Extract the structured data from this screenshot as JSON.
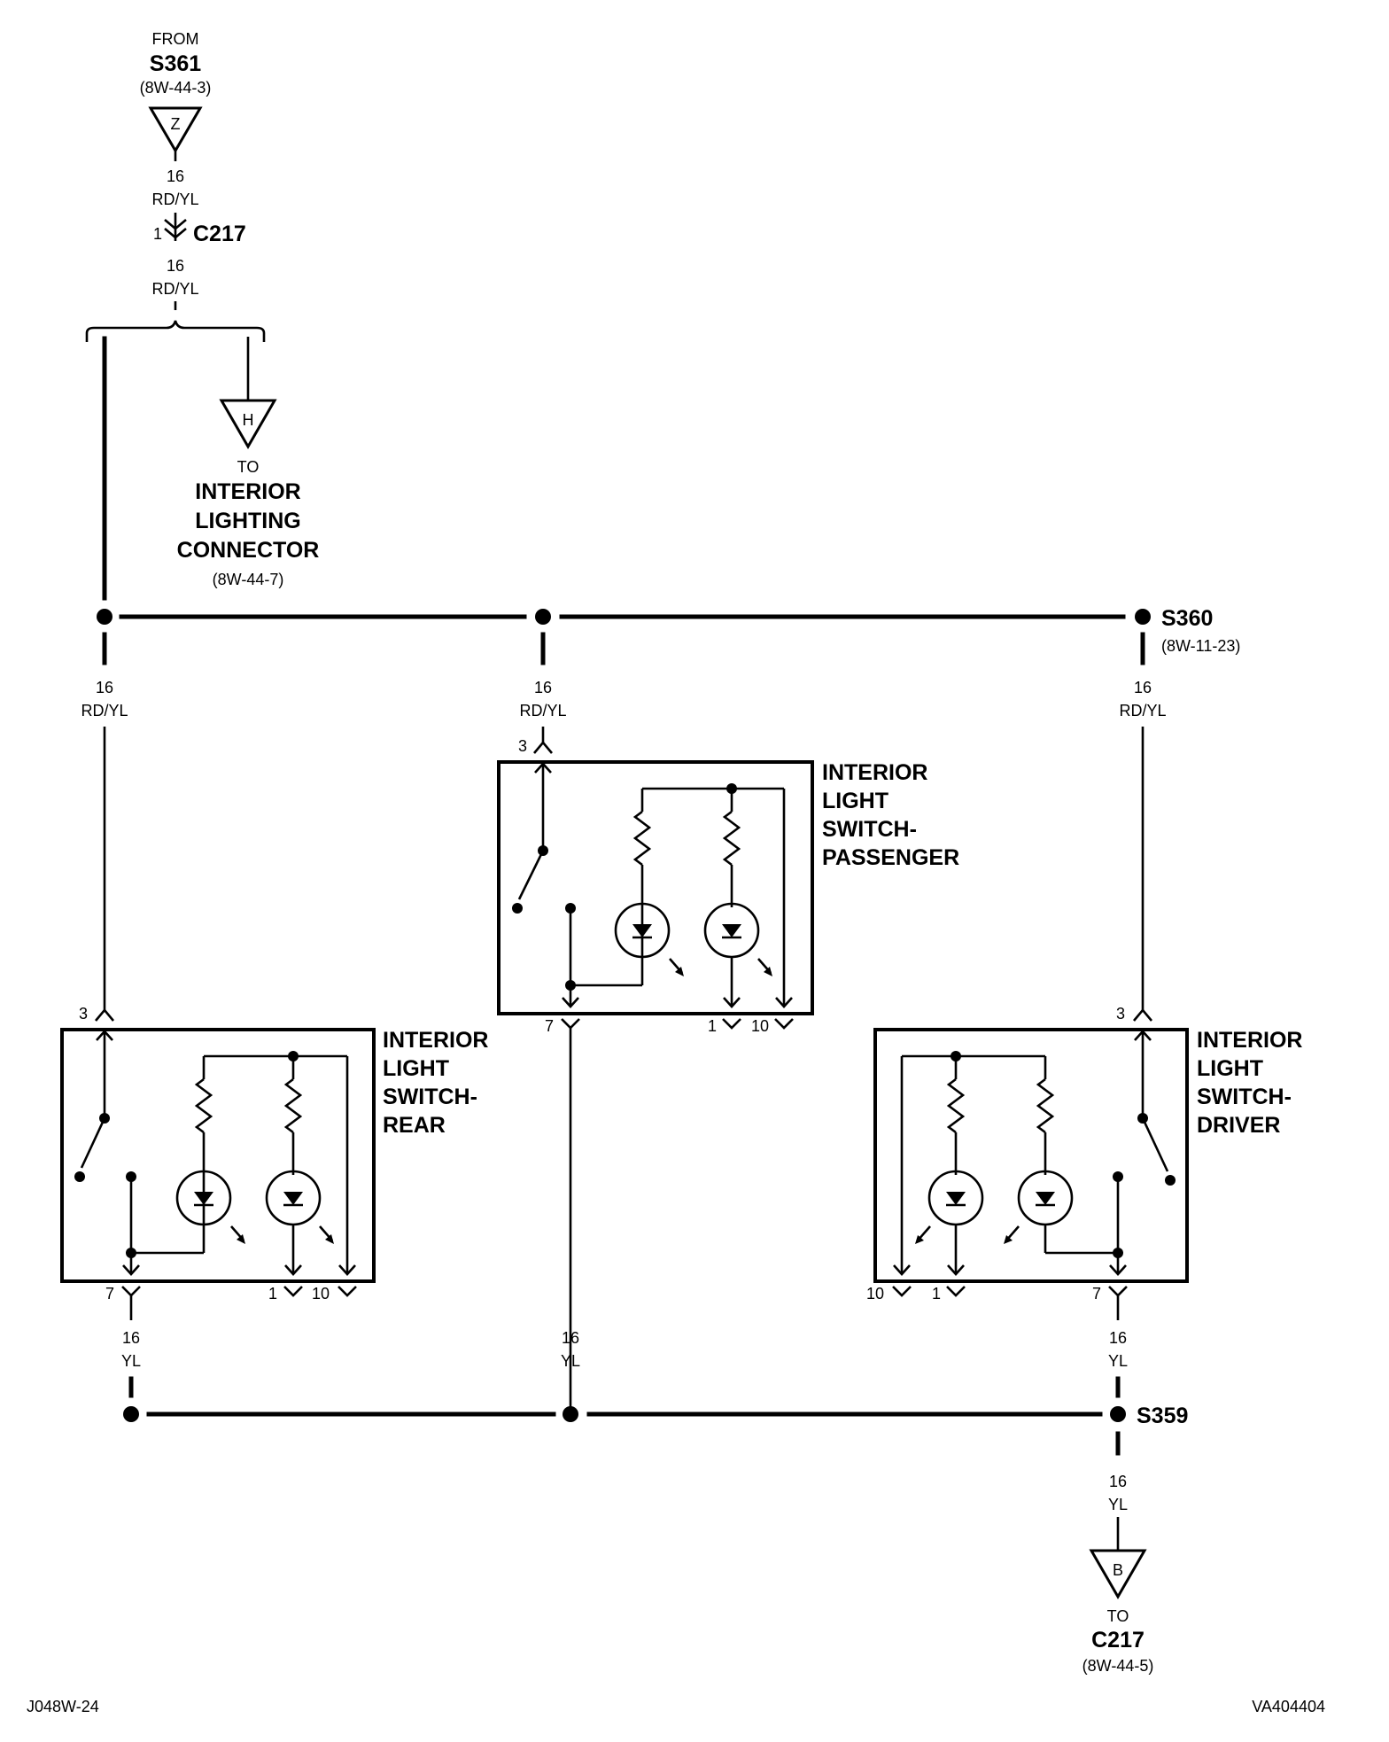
{
  "title_from": "FROM",
  "s361": {
    "name": "S361",
    "ref": "(8W-44-3)",
    "pin": "Z"
  },
  "wire_top_1": {
    "gauge": "16",
    "color": "RD/YL"
  },
  "c217_inline": {
    "pin": "1",
    "name": "C217"
  },
  "wire_top_2": {
    "gauge": "16",
    "color": "RD/YL"
  },
  "interior_lighting_connector": {
    "to": "TO",
    "pin": "H",
    "line1": "INTERIOR",
    "line2": "LIGHTING",
    "line3": "CONNECTOR",
    "ref": "(8W-44-7)"
  },
  "s360": {
    "name": "S360",
    "ref": "(8W-11-23)"
  },
  "wire_left_top": {
    "gauge": "16",
    "color": "RD/YL"
  },
  "wire_mid_top": {
    "gauge": "16",
    "color": "RD/YL"
  },
  "wire_right_top": {
    "gauge": "16",
    "color": "RD/YL"
  },
  "switch_passenger": {
    "line1": "INTERIOR",
    "line2": "LIGHT",
    "line3": "SWITCH-",
    "line4": "PASSENGER",
    "pin_in": "3",
    "pin_out": "7",
    "pin_a": "1",
    "pin_b": "10"
  },
  "switch_rear": {
    "line1": "INTERIOR",
    "line2": "LIGHT",
    "line3": "SWITCH-",
    "line4": "REAR",
    "pin_in": "3",
    "pin_out": "7",
    "pin_a": "1",
    "pin_b": "10"
  },
  "switch_driver": {
    "line1": "INTERIOR",
    "line2": "LIGHT",
    "line3": "SWITCH-",
    "line4": "DRIVER",
    "pin_in": "3",
    "pin_out": "7",
    "pin_a": "1",
    "pin_b": "10"
  },
  "wire_left_bot": {
    "gauge": "16",
    "color": "YL"
  },
  "wire_mid_bot": {
    "gauge": "16",
    "color": "YL"
  },
  "wire_right_bot": {
    "gauge": "16",
    "color": "YL"
  },
  "s359": {
    "name": "S359"
  },
  "wire_final": {
    "gauge": "16",
    "color": "YL"
  },
  "c217_dest": {
    "to": "TO",
    "pin": "B",
    "name": "C217",
    "ref": "(8W-44-5)"
  },
  "footer": {
    "left": "J048W-24",
    "right": "VA404404"
  }
}
